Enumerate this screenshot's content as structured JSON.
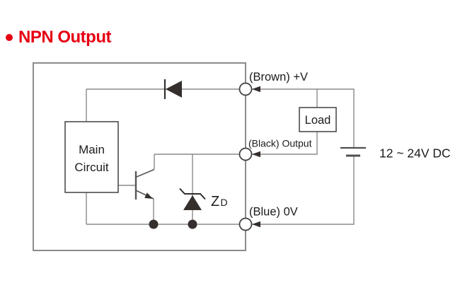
{
  "title": {
    "text": "NPN Output"
  },
  "diagram": {
    "main_circuit": {
      "line1": "Main",
      "line2": "Circuit"
    },
    "load_label": "Load",
    "zener_label": {
      "z": "Z",
      "d": "D"
    },
    "terminals": {
      "brown": "(Brown) +V",
      "black": "(Black) Output",
      "blue": "(Blue) 0V"
    },
    "supply_label": "12 ~ 24V DC"
  },
  "colors": {
    "title_red": "#e60012",
    "wire_gray": "#8a8a8a",
    "symbol_dark": "#342f2d",
    "text_dark": "#1c1c1c"
  }
}
